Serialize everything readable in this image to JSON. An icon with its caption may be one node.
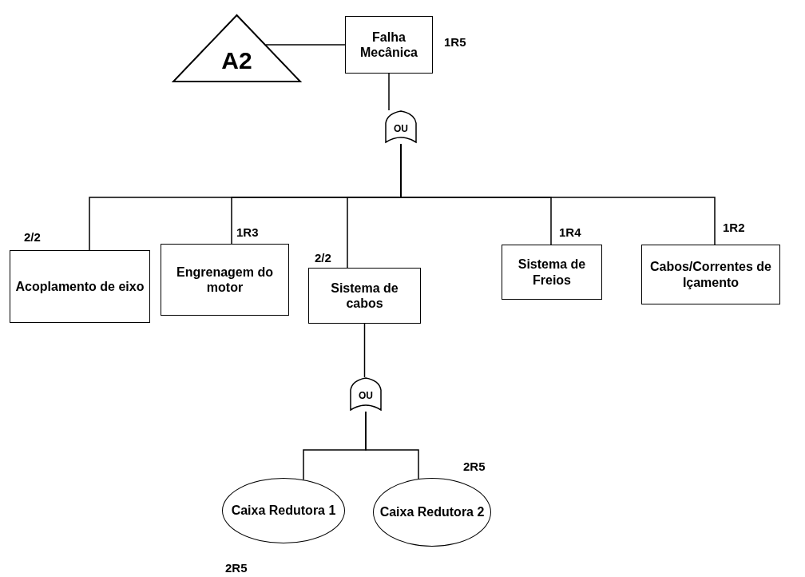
{
  "diagram": {
    "nodes": [
      {
        "text": [
          "A2"
        ]
      },
      {
        "text": [
          "Falha Mecânica"
        ],
        "beside": [
          "1R5"
        ]
      },
      {
        "text": [
          "OU"
        ]
      },
      {
        "text": [
          "Acoplamento de eixo"
        ],
        "beside": [
          "2/2"
        ]
      },
      {
        "text": [
          "Engrenagem do motor"
        ],
        "beside": [
          "1R3"
        ]
      },
      {
        "text": [
          "Sistema de cabos"
        ],
        "beside": [
          "2/2"
        ]
      },
      {
        "text": [
          "Sistema de Freios"
        ],
        "beside": [
          "1R4"
        ]
      },
      {
        "text": [
          "Cabos/Correntes de Içamento"
        ],
        "beside": [
          "1R2"
        ]
      },
      {
        "text": [
          "OU"
        ]
      },
      {
        "text": [
          "Caixa Redutora 1"
        ],
        "beside": [
          "2R5"
        ]
      },
      {
        "text": [
          "Caixa Redutora 2"
        ],
        "beside": [
          "2R5"
        ]
      }
    ],
    "edges": [
      {
        "from": 0,
        "to": 1,
        "arrow": "none"
      },
      {
        "from": 1,
        "to": 2,
        "arrow": "none"
      },
      {
        "from": 2,
        "to": 3,
        "arrow": "none"
      },
      {
        "from": 2,
        "to": 4,
        "arrow": "none"
      },
      {
        "from": 2,
        "to": 5,
        "arrow": "none"
      },
      {
        "from": 2,
        "to": 6,
        "arrow": "none"
      },
      {
        "from": 2,
        "to": 7,
        "arrow": "none"
      },
      {
        "from": 5,
        "to": 8,
        "arrow": "none"
      },
      {
        "from": 8,
        "to": 9,
        "arrow": "none"
      },
      {
        "from": 8,
        "to": 10,
        "arrow": "none"
      }
    ]
  }
}
